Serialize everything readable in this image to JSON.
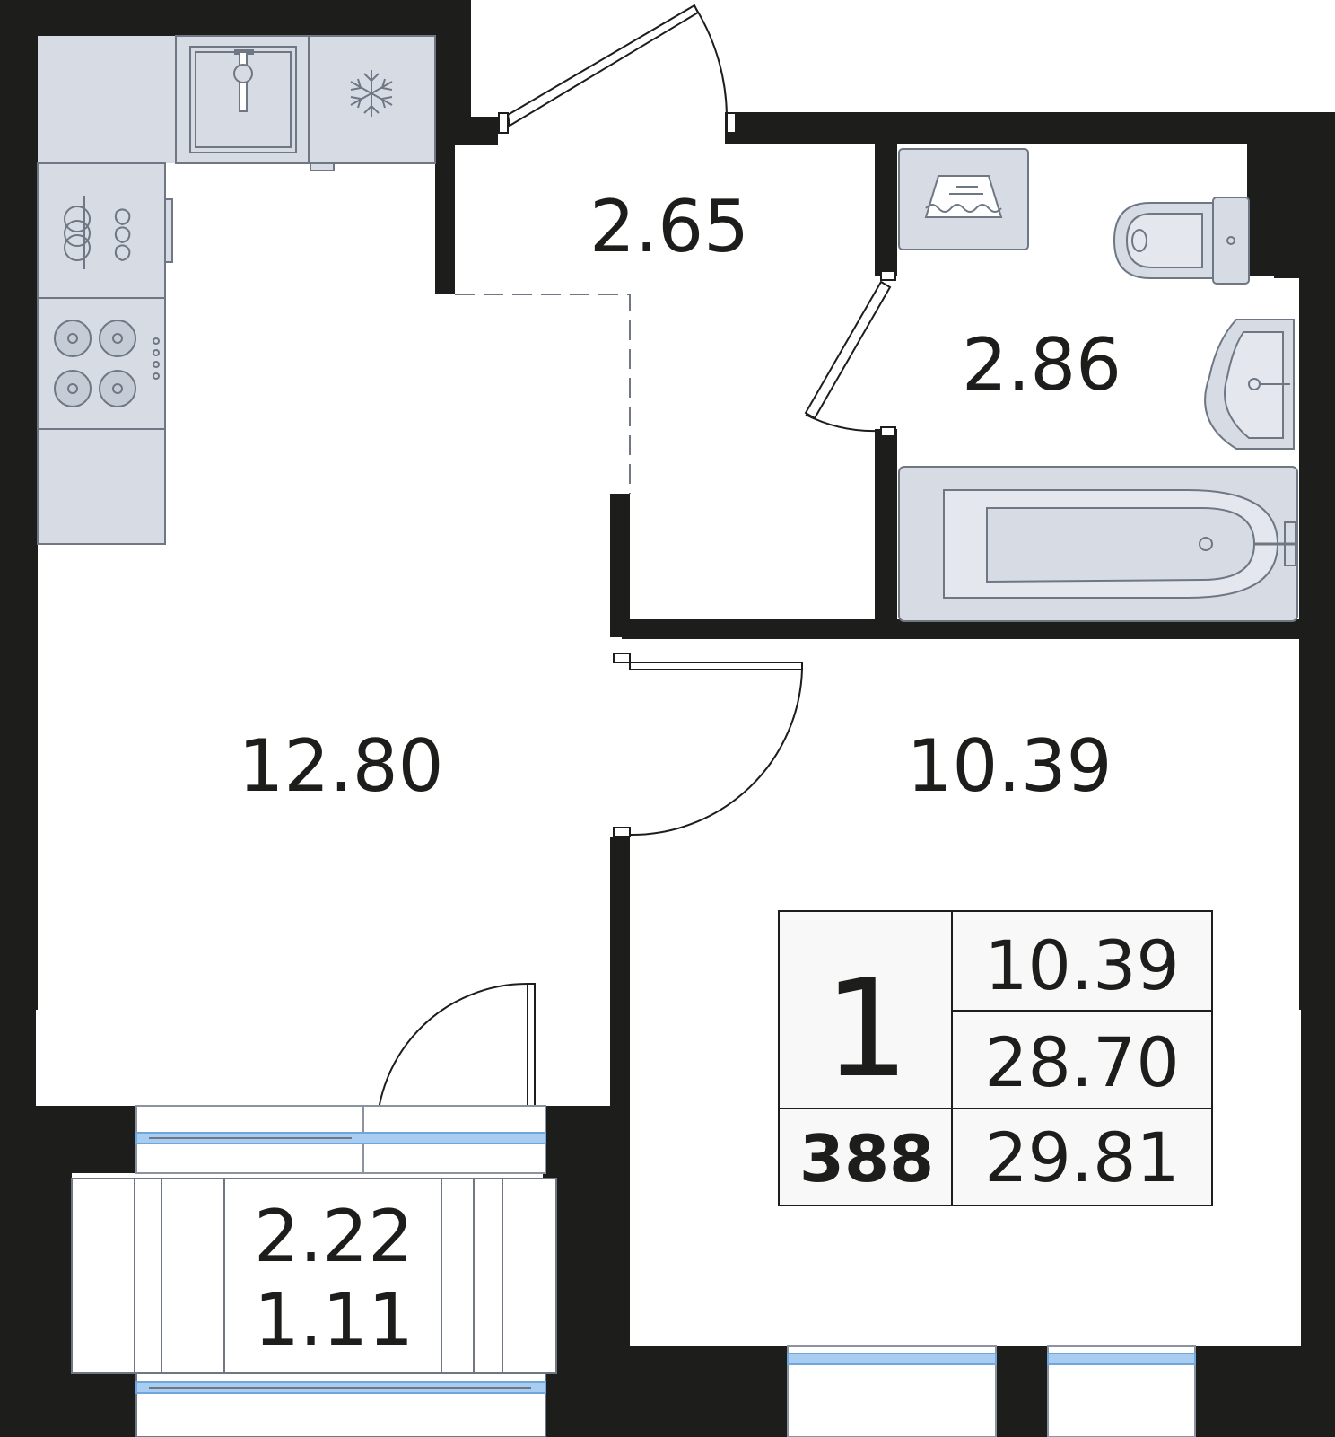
{
  "rooms": {
    "living_kitchen": {
      "area": "12.80"
    },
    "hall": {
      "area": "2.65"
    },
    "bathroom": {
      "area": "2.86"
    },
    "bedroom": {
      "area": "10.39"
    },
    "balcony": {
      "area": "2.22",
      "area_reduced": "1.11"
    }
  },
  "summary": {
    "rooms_count": "1",
    "living_area": "10.39",
    "total_area": "28.70",
    "total_with_balcony": "29.81",
    "apartment_number": "388"
  },
  "colors": {
    "wall": "#1d1d1b",
    "fixture_fill": "#d7dce4",
    "fixture_stroke": "#6f7785",
    "glass": "#a9cdf0"
  },
  "icons": [
    "sink-icon",
    "snowflake-icon",
    "cooktop-icon",
    "washing-machine-icon",
    "toilet-icon",
    "washbasin-icon",
    "bathtub-icon"
  ]
}
